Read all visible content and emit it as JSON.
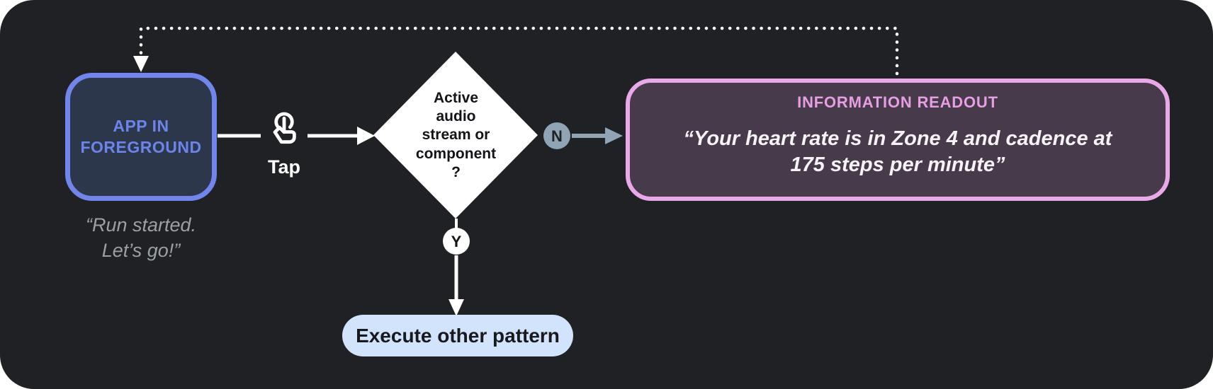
{
  "diagram": {
    "app": {
      "label": "APP IN\nFOREGROUND",
      "quote": "“Run started.\nLet’s go!”"
    },
    "tap": {
      "label": "Tap",
      "icon": "tap-gesture-icon"
    },
    "decision": {
      "label": "Active\naudio\nstream or\ncomponent\n?"
    },
    "branches": {
      "no": "N",
      "yes": "Y"
    },
    "readout": {
      "title": "INFORMATION READOUT",
      "quote": "“Your heart rate is in Zone 4 and cadence at\n175 steps per minute”"
    },
    "execute": {
      "label": "Execute other pattern"
    }
  },
  "colors": {
    "canvas_bg": "#202124",
    "app_border": "#7285EC",
    "app_fill": "#2C374B",
    "app_text": "#6D84EA",
    "quote_text": "#9AA0A6",
    "diamond_fill": "#FFFFFF",
    "diamond_text": "#121417",
    "slate": "#8FA4B5",
    "readout_border": "#E9A9E9",
    "readout_fill": "#473A4A",
    "readout_title": "#E79FE3",
    "pill_fill": "#D2E3FC"
  }
}
